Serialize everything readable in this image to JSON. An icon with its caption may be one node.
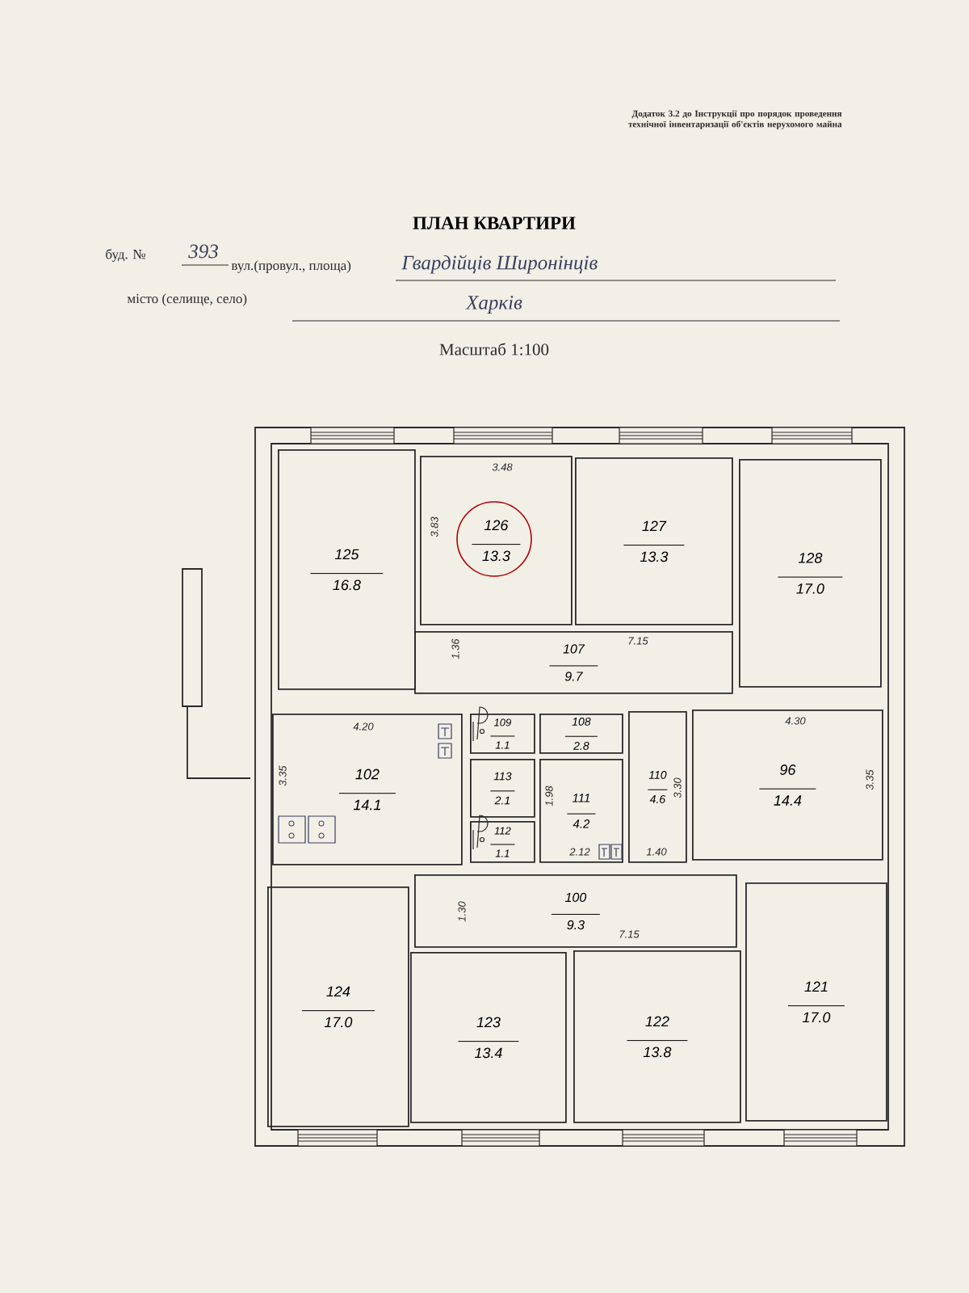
{
  "diagram": {
    "title": "ПЛАН КВАРТИРИ",
    "nodes": [
      {
        "text": [
          "125",
          "16.8"
        ]
      },
      {
        "text": [
          "126",
          "13.3"
        ]
      },
      {
        "text": [
          "127",
          "13.3"
        ]
      },
      {
        "text": [
          "128",
          "17.0"
        ]
      },
      {
        "text": [
          "107",
          "9.7"
        ]
      },
      {
        "text": [
          "102",
          "14.1"
        ]
      },
      {
        "text": [
          "109",
          "1.1"
        ]
      },
      {
        "text": [
          "108",
          "2.8"
        ]
      },
      {
        "text": [
          "113",
          "2.1"
        ]
      },
      {
        "text": [
          "112",
          "1.1"
        ]
      },
      {
        "text": [
          "111",
          "4.2"
        ]
      },
      {
        "text": [
          "110",
          "4.6"
        ]
      },
      {
        "text": [
          "96",
          "14.4"
        ]
      },
      {
        "text": [
          "100",
          "9.3"
        ]
      },
      {
        "text": [
          "124",
          "17.0"
        ]
      },
      {
        "text": [
          "123",
          "13.4"
        ]
      },
      {
        "text": [
          "122",
          "13.8"
        ]
      },
      {
        "text": [
          "121",
          "17.0"
        ]
      }
    ],
    "labels": [
      "Додаток 3.2 до Інструкції про порядок проведення технічної інвентаризації об'єктів нерухомого майна",
      "буд. №",
      "393",
      "вул.(провул., площа)",
      "Гвардійців Широнінців",
      "місто (селище, село)",
      "Харків",
      "Масштаб 1:100",
      "3.48",
      "3.83",
      "7.15",
      "1.36",
      "4.20",
      "3.35",
      "1.98",
      "2.12",
      "3.30",
      "1.40",
      "4.30",
      "3.35",
      "1.30",
      "7.15"
    ]
  }
}
